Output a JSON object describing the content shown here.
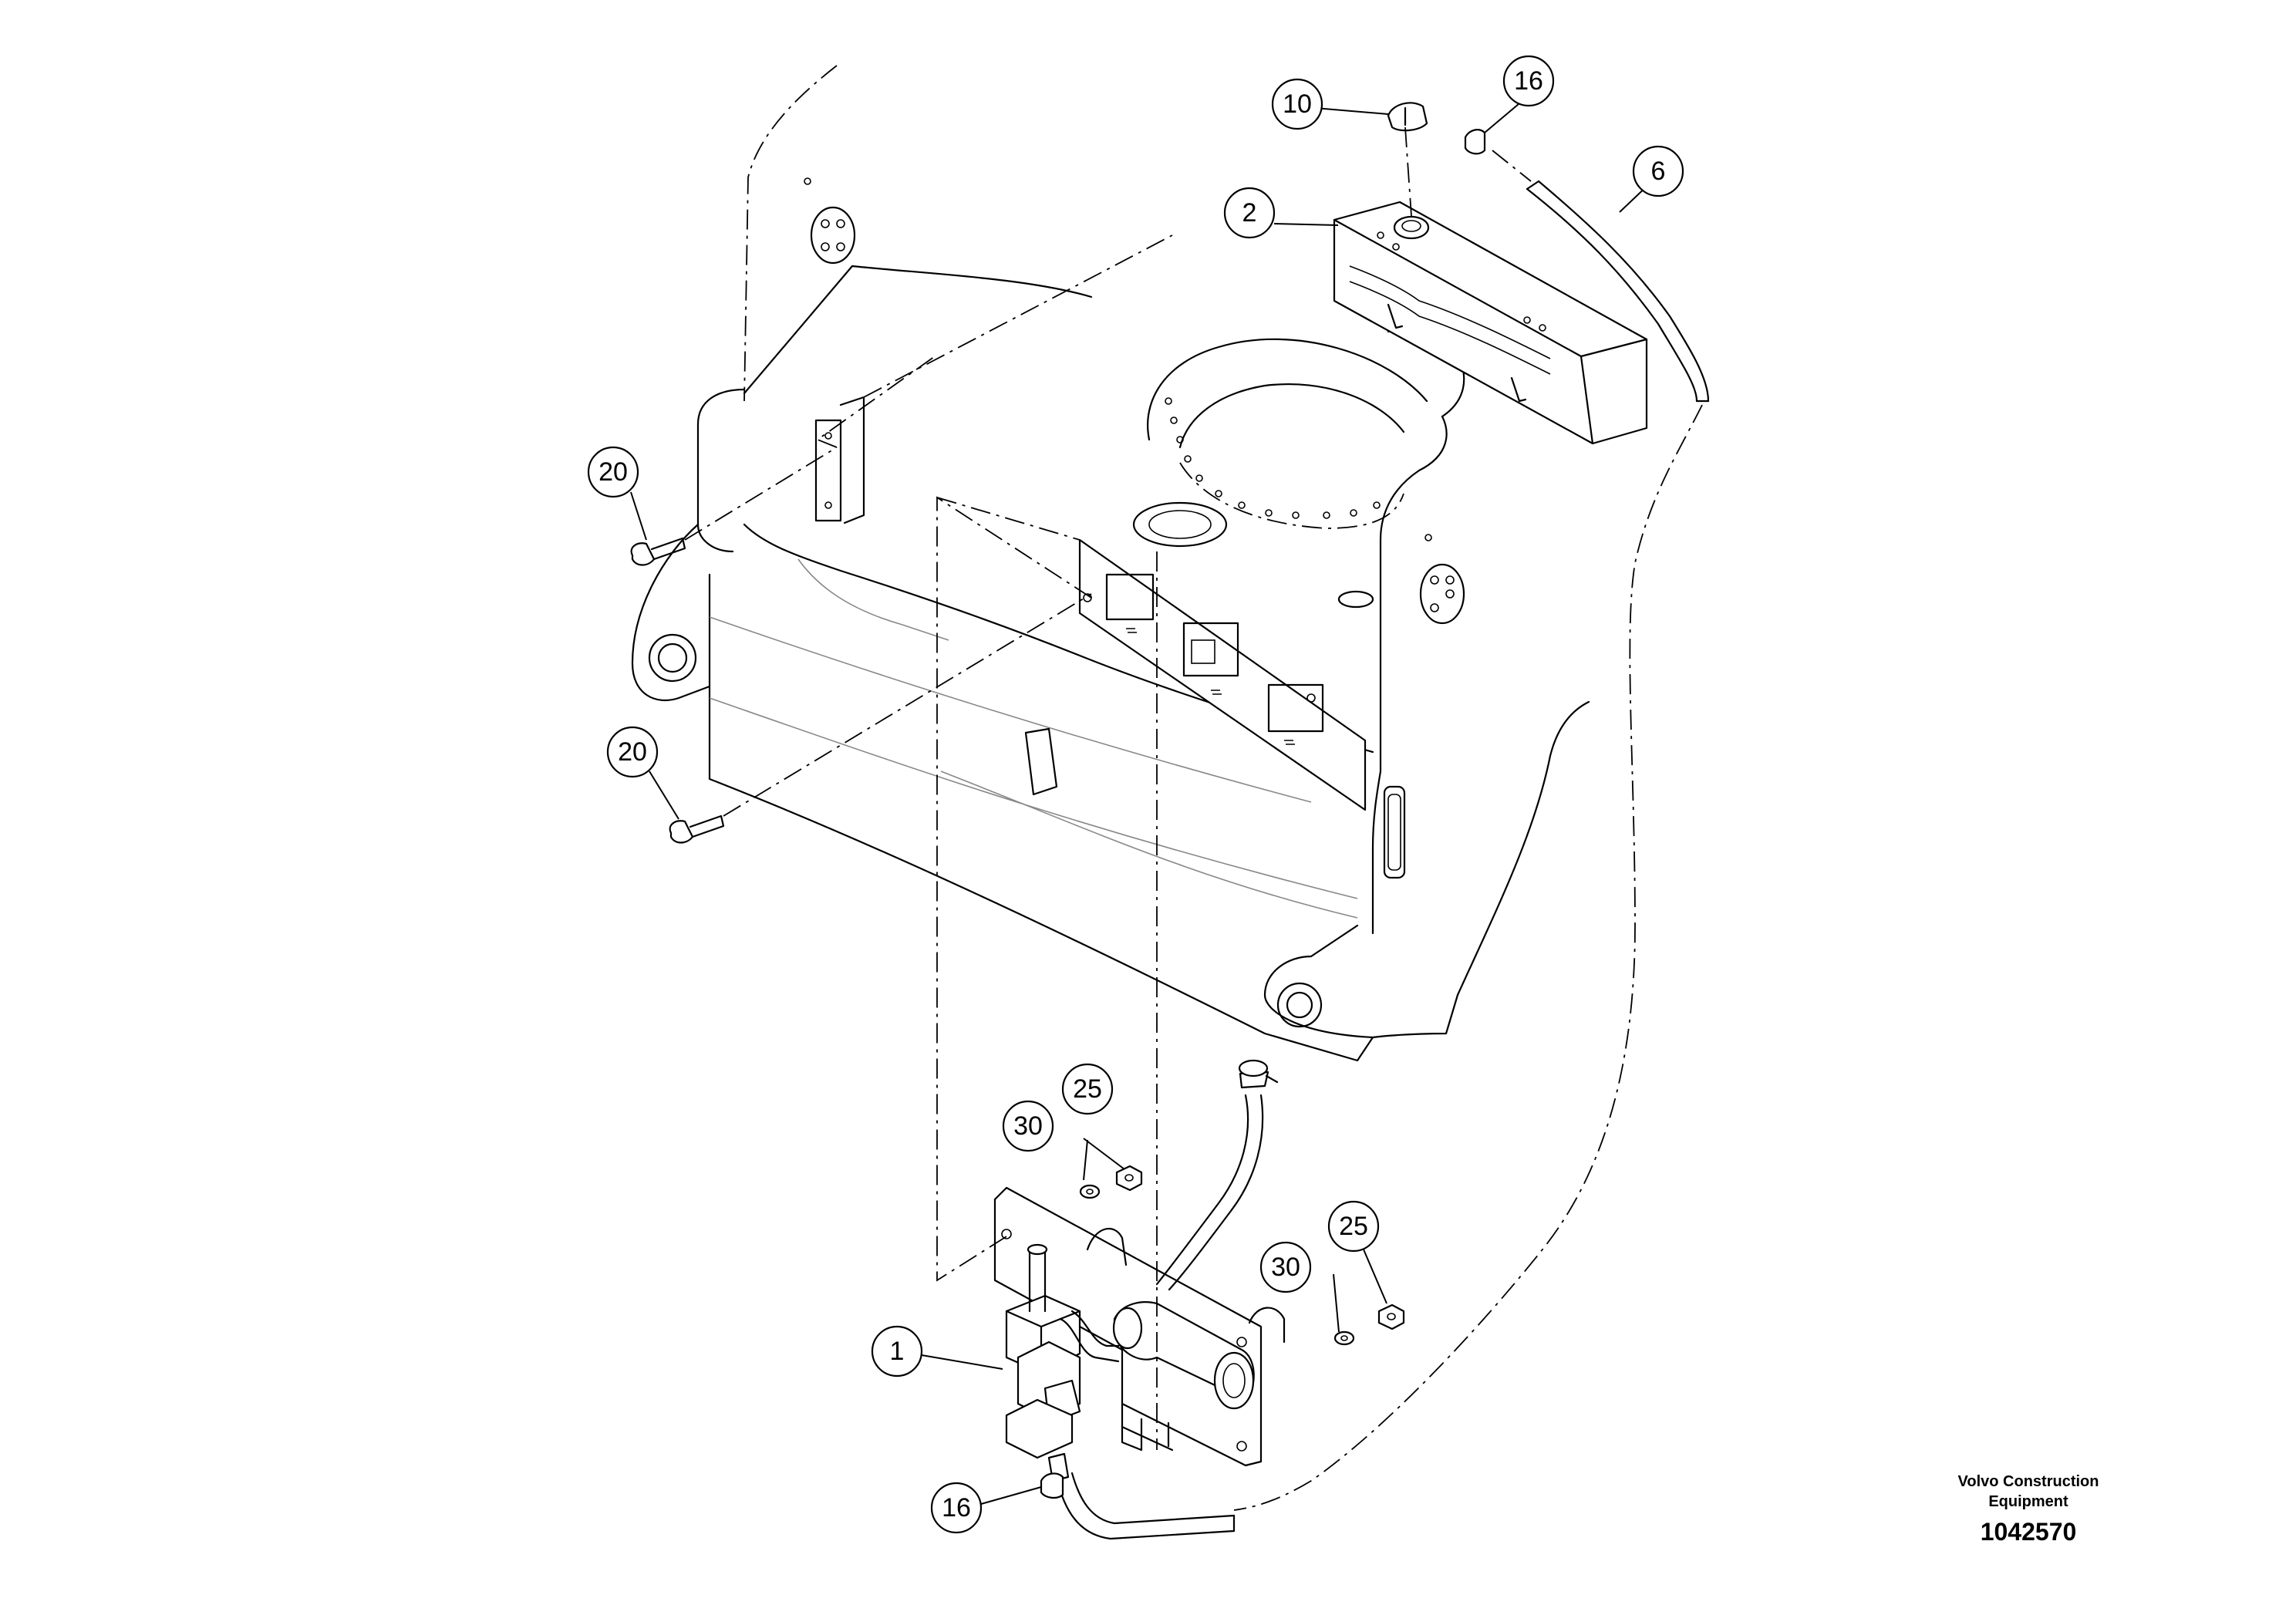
{
  "callouts": [
    {
      "id": "c1",
      "label": "1"
    },
    {
      "id": "c2",
      "label": "2"
    },
    {
      "id": "c6",
      "label": "6"
    },
    {
      "id": "c10",
      "label": "10"
    },
    {
      "id": "c16a",
      "label": "16"
    },
    {
      "id": "c16b",
      "label": "16"
    },
    {
      "id": "c20a",
      "label": "20"
    },
    {
      "id": "c20b",
      "label": "20"
    },
    {
      "id": "c25a",
      "label": "25"
    },
    {
      "id": "c25b",
      "label": "25"
    },
    {
      "id": "c30a",
      "label": "30"
    },
    {
      "id": "c30b",
      "label": "30"
    }
  ],
  "brand": {
    "line1": "Volvo Construction",
    "line2": "Equipment",
    "doc_number": "1042570"
  }
}
